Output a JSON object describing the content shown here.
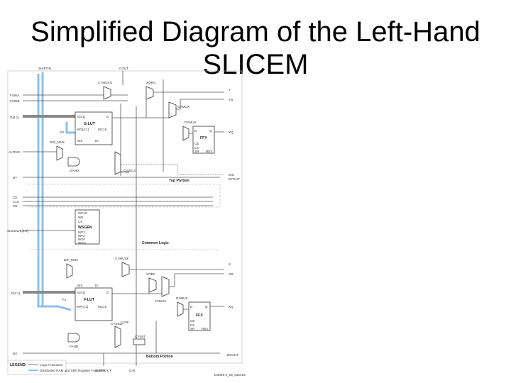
{
  "title": "Simplified Diagram of the Left-Hand SLICEM",
  "diagram": {
    "top_inputs": [
      "SHIFTIN",
      "COUT"
    ],
    "bottom_inputs": [
      "SHIFTOUT",
      "CIN"
    ],
    "left_inputs": [
      "FXINA",
      "FXINB",
      "G[4:1]",
      "ALTDIG",
      "BY",
      "CE",
      "CLK",
      "SR",
      "SLICEWE[2:0]",
      "F[4:1]",
      "BX"
    ],
    "right_outputs": [
      "Y",
      "YB",
      "YQ",
      "DIG",
      "BYOUT",
      "X",
      "XB",
      "XQ",
      "BXOUT"
    ],
    "blocks": {
      "g_lut": {
        "name": "G-LUT",
        "pins": [
          "A[4:1]",
          "WG[4:1]",
          "WS",
          "D",
          "DI",
          "MC15"
        ]
      },
      "f_lut": {
        "name": "F-LUT",
        "pins": [
          "A[4:1]",
          "WF[4:1]",
          "WS",
          "D",
          "DI",
          "MC15"
        ]
      },
      "wsgen": {
        "name": "WSGEN",
        "pins": [
          "WCLK",
          "WE",
          "CK",
          "WF1",
          "WF2",
          "WSF",
          "WSG"
        ]
      },
      "ffy": {
        "name": "FFY",
        "pins": [
          "D",
          "Q",
          "CE",
          "CK",
          "SR",
          "REV"
        ]
      },
      "ffx": {
        "name": "FFX",
        "pins": [
          "D",
          "Q",
          "CE",
          "CK",
          "SR",
          "REV"
        ]
      }
    },
    "muxes": [
      "CYMUXG",
      "GYMUX",
      "DYMUX",
      "DIG_MUX",
      "CYMUXF",
      "FXMUX",
      "DXMUX",
      "DIF_MUX",
      "CYSELG",
      "CYSELF",
      "G2",
      "F1"
    ],
    "gates": [
      "GAND",
      "FAND",
      "XORG",
      "XORF",
      "CYINIT",
      "CY0G",
      "CY0F"
    ],
    "sections": [
      "Top Portion",
      "Common Logic",
      "Bottom Portion"
    ],
    "legend": {
      "key": "LEGEND:",
      "items": [
        "Logic Functions",
        "Distributed RAM and Shift Register Functions"
      ]
    },
    "part_number": "DS099-2_05_032403"
  }
}
